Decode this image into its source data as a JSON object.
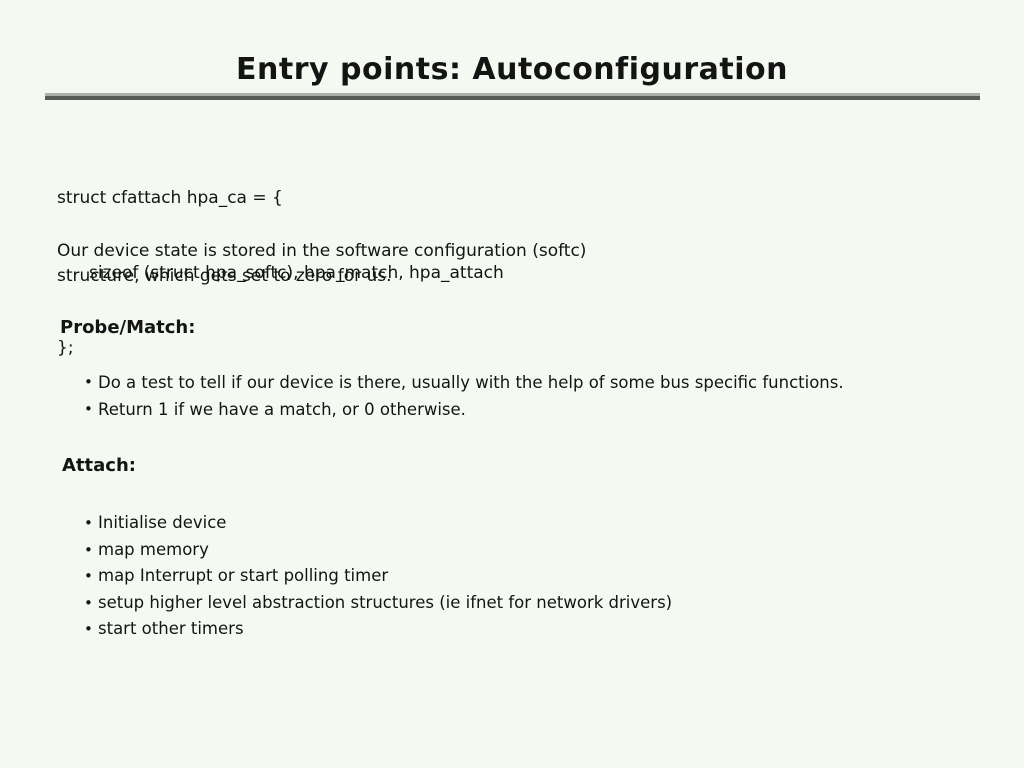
{
  "slide": {
    "title": "Entry points: Autoconfiguration",
    "code_lines": [
      "struct cfattach hpa_ca = {",
      "sizeof (struct hpa_softc), hpa_match, hpa_attach",
      "};"
    ],
    "paragraph_lines": [
      "Our device state is stored in the software configuration (softc)",
      "structure, which gets set to zero for us."
    ],
    "sections": [
      {
        "heading": "Probe/Match:",
        "bullets": [
          "Do a test to tell if our device is there, usually with the help of some bus specific functions.",
          "Return 1 if we have a match, or 0 otherwise."
        ]
      },
      {
        "heading": "Attach:",
        "bullets": [
          "Initialise device",
          "map memory",
          "map Interrupt or start polling timer",
          "setup higher level abstraction structures (ie ifnet for network drivers)",
          "start other timers"
        ]
      }
    ],
    "colors": {
      "background": "#f4f9f2",
      "text": "#141414",
      "rule_top": "#a9b1a9",
      "rule_bottom": "#565d56"
    }
  }
}
